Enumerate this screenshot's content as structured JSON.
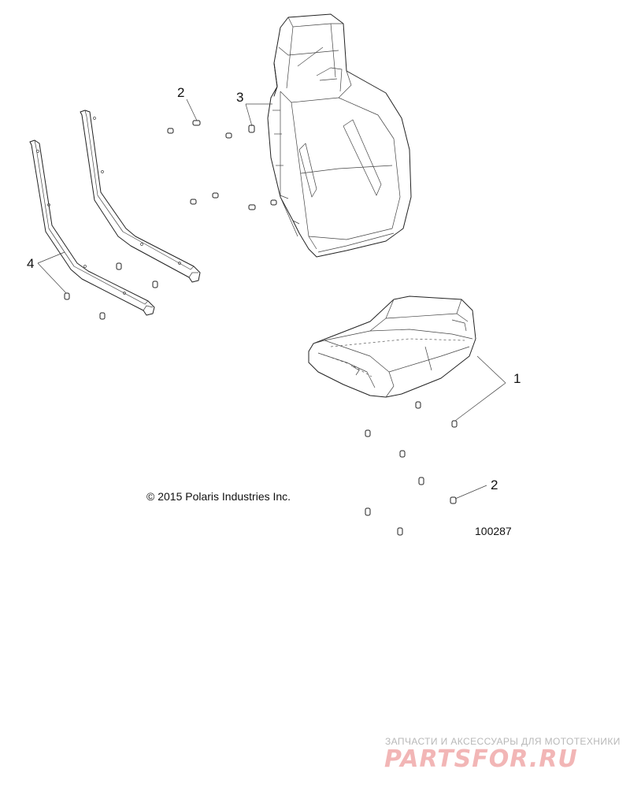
{
  "diagram": {
    "callouts": [
      {
        "id": "c1",
        "label": "1"
      },
      {
        "id": "c2a",
        "label": "2"
      },
      {
        "id": "c2b",
        "label": "2"
      },
      {
        "id": "c3",
        "label": "3"
      },
      {
        "id": "c4",
        "label": "4"
      }
    ],
    "copyright": "© 2015 Polaris Industries Inc.",
    "reference_number": "100287"
  },
  "watermark": {
    "tagline": "ЗАПЧАСТИ И АКСЕССУАРЫ ДЛЯ МОТОТЕХНИКИ",
    "logo_text": "PARTSFOR.RU",
    "color": "#f2b6b6"
  }
}
